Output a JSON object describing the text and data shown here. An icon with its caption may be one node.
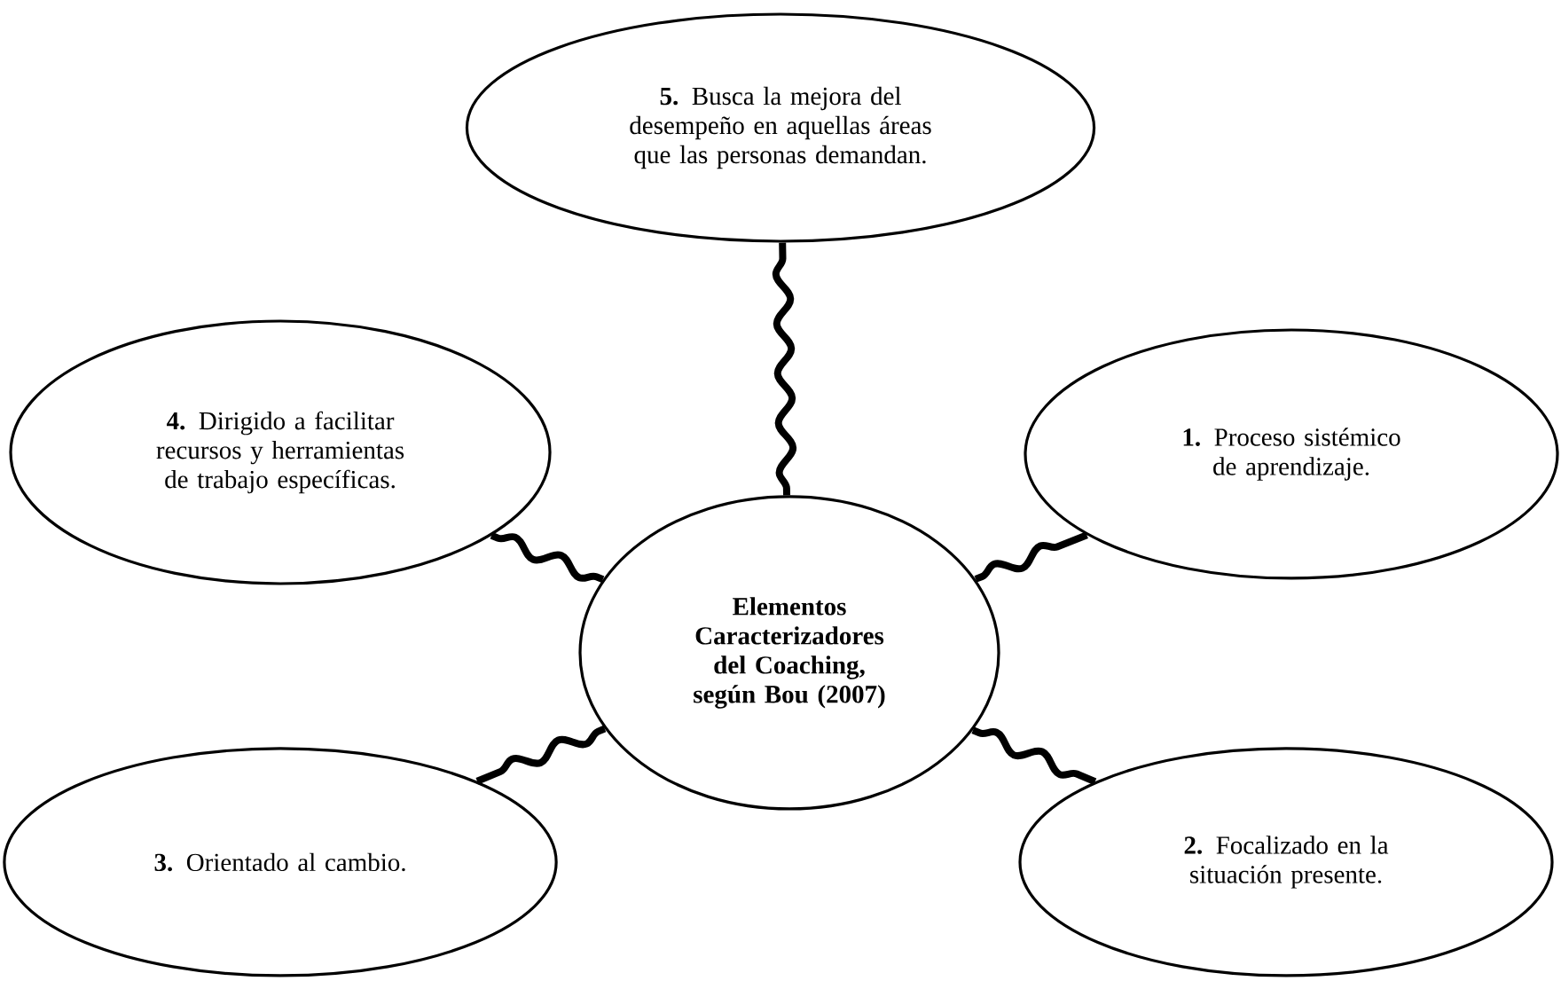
{
  "diagram": {
    "nodes": [
      {
        "text": [
          "**Elementos Caracterizadores del Coaching, según Bou (2007)**"
        ]
      },
      {
        "text": [
          "**5.** Busca la mejora del desempeño en aquellas áreas que las personas demandan."
        ]
      },
      {
        "text": [
          "**4.** Dirigido a facilitar recursos y herramientas de trabajo específicas."
        ]
      },
      {
        "text": [
          "**1.** Proceso sistémico de aprendizaje."
        ]
      },
      {
        "text": [
          "**3.** Orientado al cambio."
        ]
      },
      {
        "text": [
          "**2.** Focalizado en la situación presente."
        ]
      }
    ],
    "edges": [
      {
        "from": 0,
        "to": 1,
        "arrow": "none"
      },
      {
        "from": 0,
        "to": 2,
        "arrow": "none"
      },
      {
        "from": 0,
        "to": 3,
        "arrow": "none"
      },
      {
        "from": 0,
        "to": 4,
        "arrow": "none"
      },
      {
        "from": 0,
        "to": 5,
        "arrow": "none"
      }
    ]
  }
}
